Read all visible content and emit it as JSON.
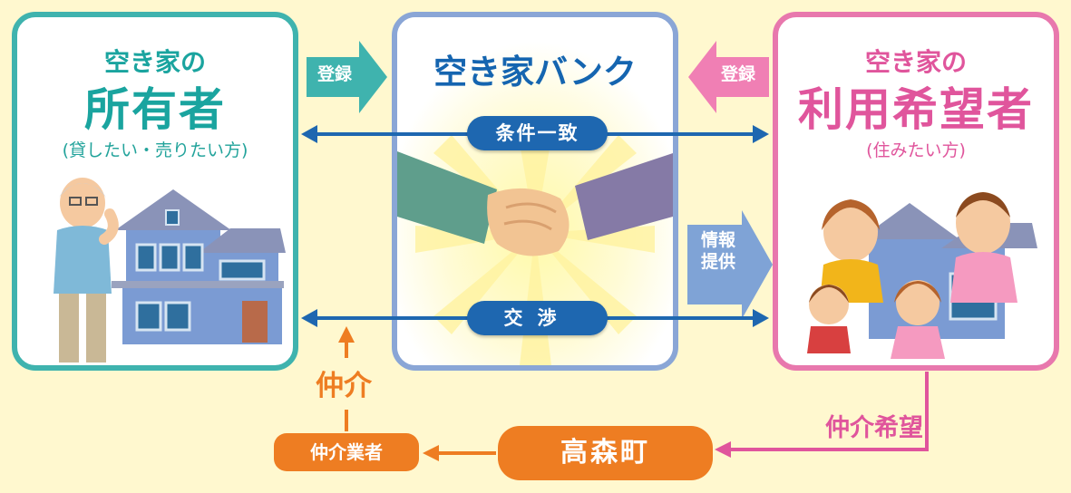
{
  "owner_panel": {
    "line1": "空き家の",
    "line2": "所有者",
    "line3": "(貸したい・売りたい方)"
  },
  "bank_panel": {
    "title": "空き家バンク"
  },
  "seeker_panel": {
    "line1": "空き家の",
    "line2": "利用希望者",
    "line3": "(住みたい方)"
  },
  "arrows": {
    "owner_registration": "登録",
    "seeker_registration": "登録",
    "info_provision_line1": "情報",
    "info_provision_line2": "提供",
    "match": "条件一致",
    "negotiation": "交渉"
  },
  "flow": {
    "town": "高森町",
    "broker": "仲介業者",
    "mediation": "仲介",
    "mediation_request": "仲介希望"
  },
  "colors": {
    "background": "#fff8cf",
    "owner": "#3fb3ae",
    "bank": "#8aa6d6",
    "seeker": "#e878ad",
    "blue_arrow": "#1e67b0",
    "orange": "#ee7d22",
    "pink": "#e0559c"
  }
}
